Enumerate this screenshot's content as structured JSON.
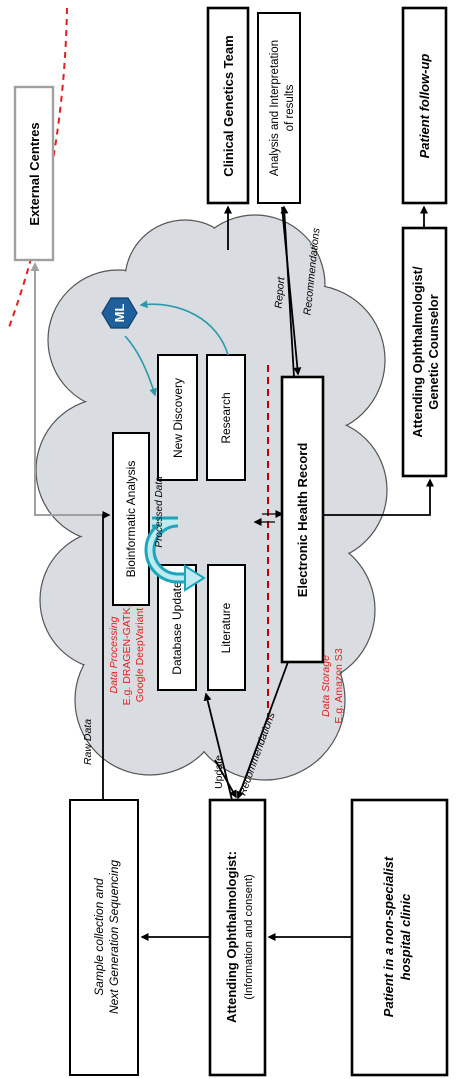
{
  "diagram": {
    "nodes": {
      "external_centres": "External Centres",
      "clinical_genetics_team": "Clinical Genetics Team",
      "analysis_line1": "Analysis and Interpretation",
      "analysis_line2": "of results",
      "patient_followup": "Patient follow-up",
      "counselor_line1": "Attending Ophthalmologist/",
      "counselor_line2": "Genetic Counselor",
      "ehr": "Electronic Health Record",
      "bioinformatic_analysis": "Bioinformatic Analysis",
      "new_discovery": "New Discovery",
      "research": "Research",
      "database_update": "Database Update",
      "literature": "Literature",
      "ml": "ML",
      "sample_line1": "Sample collection and",
      "sample_line2": "Next Generation Sequencing",
      "attending_line1": "Attending Ophthalmologist:",
      "attending_line2": "(Information and consent)",
      "patient_line1": "Patient in a non-specialist",
      "patient_line2": "hospital clinic"
    },
    "labels": {
      "raw_data": "Raw Data",
      "processed_data": "Processed Data",
      "data_processing": "Data Processing",
      "data_processing_eg": "E.g. DRAGEN-GATK,",
      "data_processing_eg2": "Google DeepVariant",
      "data_storage": "Data Storage",
      "data_storage_eg": "E.g. Amazon S3",
      "update": "Update",
      "recommendations_left": "Recommendations",
      "report": "Report",
      "recommendations_right": "Recommendations"
    },
    "colors": {
      "cloud_fill": "#d9dde1",
      "accent_red": "#e02020",
      "ml_hex": "#1f5f9c",
      "teal_arrow": "#33b0c4",
      "grey_arrow": "#a0a0a0"
    }
  }
}
